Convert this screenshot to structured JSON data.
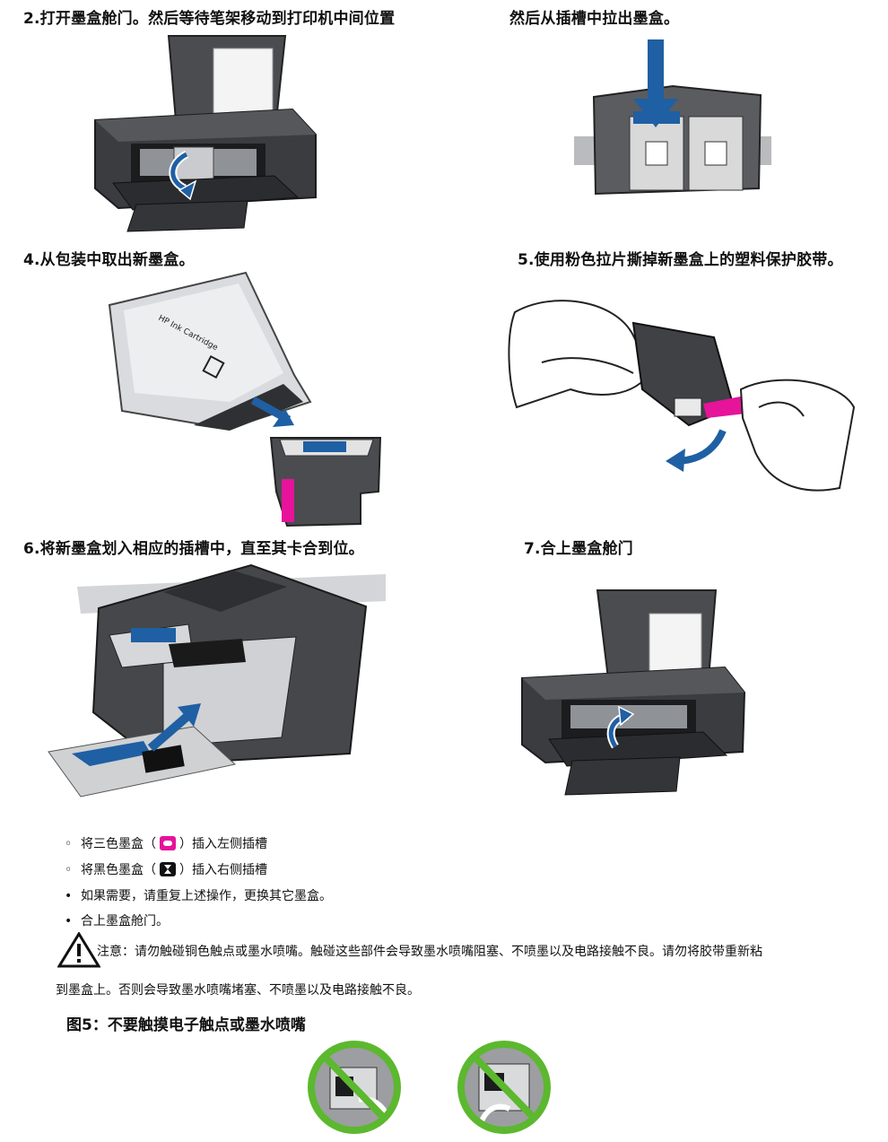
{
  "steps": {
    "step2": {
      "title": "2.打开墨盒舱门。然后等待笔架移动到打印机中间位置"
    },
    "step3": {
      "title": "然后从插槽中拉出墨盒。"
    },
    "step4": {
      "title": "4.从包装中取出新墨盒。"
    },
    "step5": {
      "title": "5.使用粉色拉片撕掉新墨盒上的塑料保护胶带。"
    },
    "step6": {
      "title": "6.将新墨盒划入相应的插槽中，直至其卡合到位。"
    },
    "step7": {
      "title": "7.合上墨盒舱门"
    }
  },
  "package_label": "HP Ink Cartridge",
  "bullets": [
    {
      "marker": "◦",
      "text_before": "将三色墨盒（",
      "text_after": "）插入左侧插槽",
      "chip": "magenta"
    },
    {
      "marker": "◦",
      "text_before": "将黑色墨盒（",
      "text_after": "）插入右侧插槽",
      "chip": "black"
    },
    {
      "marker": "•",
      "text": "如果需要，请重复上述操作，更换其它墨盒。"
    },
    {
      "marker": "•",
      "text": "合上墨盒舱门。"
    }
  ],
  "caution": {
    "line1": "注意：请勿触碰铜色触点或墨水喷嘴。触碰这些部件会导致墨水喷嘴阻塞、不喷墨以及电路接触不良。请勿将胶带重新粘",
    "line2": "到墨盒上。否则会导致墨水喷嘴堵塞、不喷墨以及电路接触不良。"
  },
  "figure": {
    "title": "图5：不要触摸电子触点或墨水喷嘴"
  },
  "colors": {
    "magenta": "#e6139b",
    "arrow_blue": "#1f5fa3",
    "forbidden_green": "#5cb82e",
    "printer_dark": "#3a3c40"
  },
  "icons": [
    "warning-triangle-icon",
    "prohibited-icon"
  ]
}
